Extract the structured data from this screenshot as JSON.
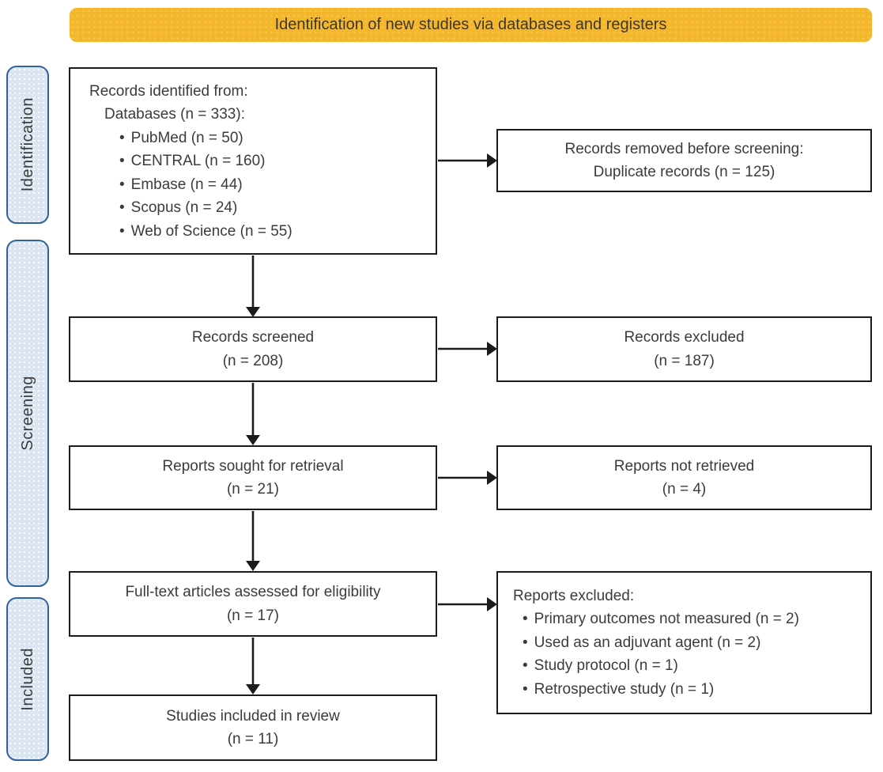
{
  "banner": {
    "title": "Identification of new studies via databases and registers"
  },
  "stages": {
    "identification": "Identification",
    "screening": "Screening",
    "included": "Included"
  },
  "boxes": {
    "records_identified": {
      "title": "Records identified from:",
      "subtitle": "Databases (n = 333):",
      "items": [
        "PubMed (n = 50)",
        "CENTRAL (n = 160)",
        "Embase (n = 44)",
        "Scopus (n = 24)",
        "Web of Science (n = 55)"
      ]
    },
    "records_removed": {
      "line1": "Records removed before screening:",
      "line2": "Duplicate records (n = 125)"
    },
    "records_screened": {
      "line1": "Records screened",
      "line2": "(n = 208)"
    },
    "records_excluded": {
      "line1": "Records excluded",
      "line2": "(n = 187)"
    },
    "reports_sought": {
      "line1": "Reports sought for retrieval",
      "line2": "(n = 21)"
    },
    "reports_not_retrieved": {
      "line1": "Reports not retrieved",
      "line2": "(n = 4)"
    },
    "fulltext_assessed": {
      "line1": "Full-text articles assessed for eligibility",
      "line2": "(n = 17)"
    },
    "reports_excluded": {
      "title": "Reports excluded:",
      "items": [
        "Primary outcomes not measured (n = 2)",
        "Used as an adjuvant agent (n = 2)",
        "Study protocol (n = 1)",
        "Retrospective study (n = 1)"
      ]
    },
    "studies_included": {
      "line1": "Studies included in review",
      "line2": "(n = 11)"
    }
  },
  "colors": {
    "banner_bg": "#f4b72c",
    "banner_text": "#3f362a",
    "stage_bg": "#dce6f2",
    "stage_border": "#2f649b",
    "box_border": "#1b1b1b",
    "box_text": "#3b3b3b",
    "arrow": "#1b1b1b"
  }
}
